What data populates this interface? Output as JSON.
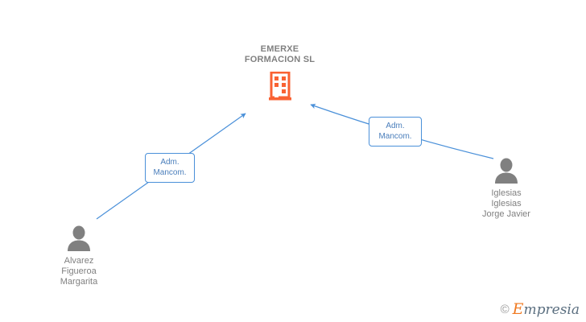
{
  "graph": {
    "type": "org-relationship-diagram",
    "background_color": "#ffffff",
    "company": {
      "name": "EMERXE\nFORMACION SL",
      "icon": "building-icon",
      "icon_color": "#f96233",
      "text_color": "#808080"
    },
    "people": [
      {
        "id": "alvarez-figueroa-margarita",
        "name": "Alvarez\nFigueroa\nMargarita",
        "icon": "person-icon",
        "icon_color": "#808080",
        "side": "left"
      },
      {
        "id": "iglesias-iglesias-jorge-javier",
        "name": "Iglesias\nIglesias\nJorge Javier",
        "icon": "person-icon",
        "icon_color": "#808080",
        "side": "right"
      }
    ],
    "relations": [
      {
        "from": "alvarez-figueroa-margarita",
        "to": "company",
        "label": "Adm.\nMancom.",
        "edge_color": "#4a90d9",
        "label_border_color": "#4a90d9",
        "label_text_color": "#4a7ebb"
      },
      {
        "from": "iglesias-iglesias-jorge-javier",
        "to": "company",
        "label": "Adm.\nMancom.",
        "edge_color": "#4a90d9",
        "label_border_color": "#4a90d9",
        "label_text_color": "#4a7ebb"
      }
    ]
  },
  "watermark": {
    "copyright": "©",
    "brand_initial": "E",
    "brand_rest": "mpresia",
    "initial_color": "#f07a22",
    "rest_color": "#5b6f80"
  }
}
